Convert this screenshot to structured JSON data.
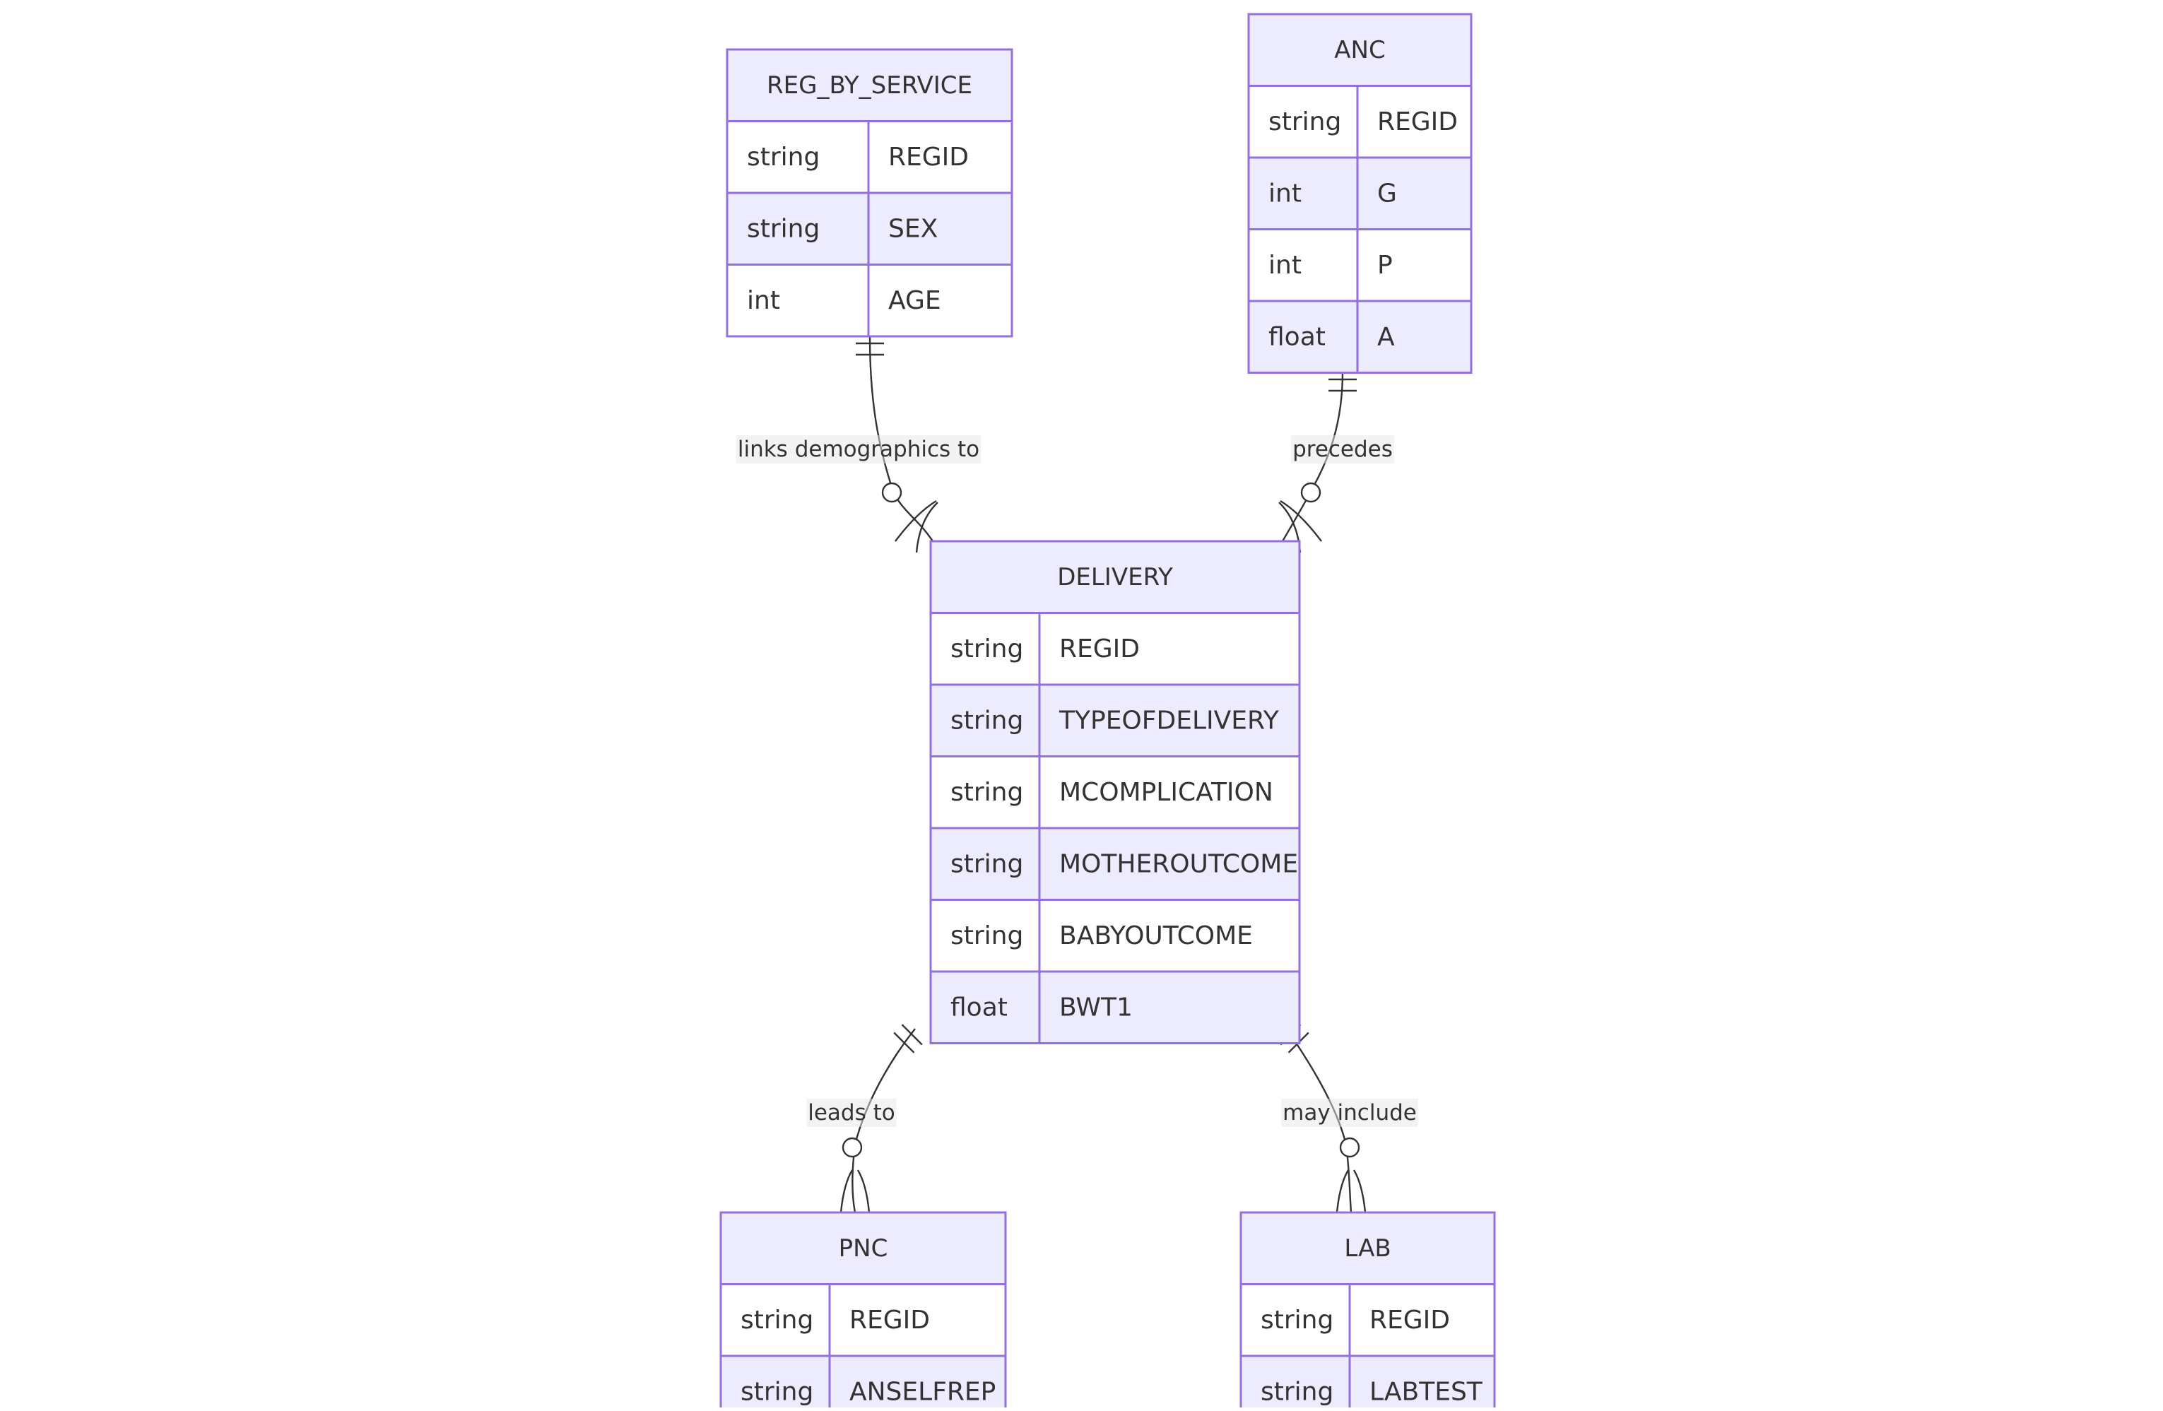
{
  "colors": {
    "entity_border": "#9370db",
    "header_fill": "#ececfe",
    "row_alt_fill": "#ececfe",
    "row_fill": "#ffffff",
    "line": "#333333",
    "text": "#333333"
  },
  "entities": [
    {
      "id": "reg",
      "name": "REG_BY_SERVICE",
      "attributes": [
        {
          "type": "string",
          "name": "REGID"
        },
        {
          "type": "string",
          "name": "SEX"
        },
        {
          "type": "int",
          "name": "AGE"
        }
      ]
    },
    {
      "id": "anc",
      "name": "ANC",
      "attributes": [
        {
          "type": "string",
          "name": "REGID"
        },
        {
          "type": "int",
          "name": "G"
        },
        {
          "type": "int",
          "name": "P"
        },
        {
          "type": "float",
          "name": "A"
        }
      ]
    },
    {
      "id": "delivery",
      "name": "DELIVERY",
      "attributes": [
        {
          "type": "string",
          "name": "REGID"
        },
        {
          "type": "string",
          "name": "TYPEOFDELIVERY"
        },
        {
          "type": "string",
          "name": "MCOMPLICATION"
        },
        {
          "type": "string",
          "name": "MOTHEROUTCOME"
        },
        {
          "type": "string",
          "name": "BABYOUTCOME"
        },
        {
          "type": "float",
          "name": "BWT1"
        }
      ]
    },
    {
      "id": "pnc",
      "name": "PNC",
      "attributes": [
        {
          "type": "string",
          "name": "REGID"
        },
        {
          "type": "string",
          "name": "ANSELFREP"
        }
      ]
    },
    {
      "id": "lab",
      "name": "LAB",
      "attributes": [
        {
          "type": "string",
          "name": "REGID"
        },
        {
          "type": "string",
          "name": "LABTEST"
        }
      ]
    }
  ],
  "relationships": [
    {
      "id": "reg-delivery",
      "from": "reg",
      "to": "delivery",
      "label": "links demographics to",
      "from_cardinality": "exactly-one",
      "to_cardinality": "zero-or-many"
    },
    {
      "id": "anc-delivery",
      "from": "anc",
      "to": "delivery",
      "label": "precedes",
      "from_cardinality": "exactly-one",
      "to_cardinality": "zero-or-many"
    },
    {
      "id": "delivery-pnc",
      "from": "delivery",
      "to": "pnc",
      "label": "leads to",
      "from_cardinality": "exactly-one",
      "to_cardinality": "zero-or-many"
    },
    {
      "id": "delivery-lab",
      "from": "delivery",
      "to": "lab",
      "label": "may include",
      "from_cardinality": "exactly-one",
      "to_cardinality": "zero-or-many"
    }
  ]
}
